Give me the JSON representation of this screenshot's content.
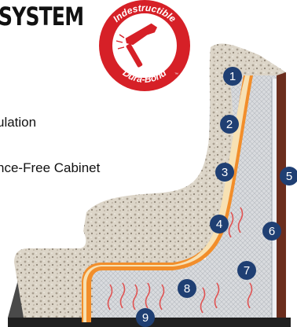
{
  "heading": "SYSTEM",
  "features": [
    "ulation",
    "nce-Free Cabinet"
  ],
  "badge": {
    "top_text": "Indestructible",
    "bottom_text": "Dura-Bond",
    "mark": "™",
    "icon": "hammer-icon"
  },
  "callouts": [
    "1",
    "2",
    "3",
    "4",
    "5",
    "6",
    "7",
    "8",
    "9"
  ],
  "colors": {
    "badge_red": "#d62027",
    "callout_blue": "#1f3f73",
    "foam": "#ddd6c9",
    "liner": "#f5deae",
    "orange": "#f28e2b",
    "heat": "#e05252"
  }
}
